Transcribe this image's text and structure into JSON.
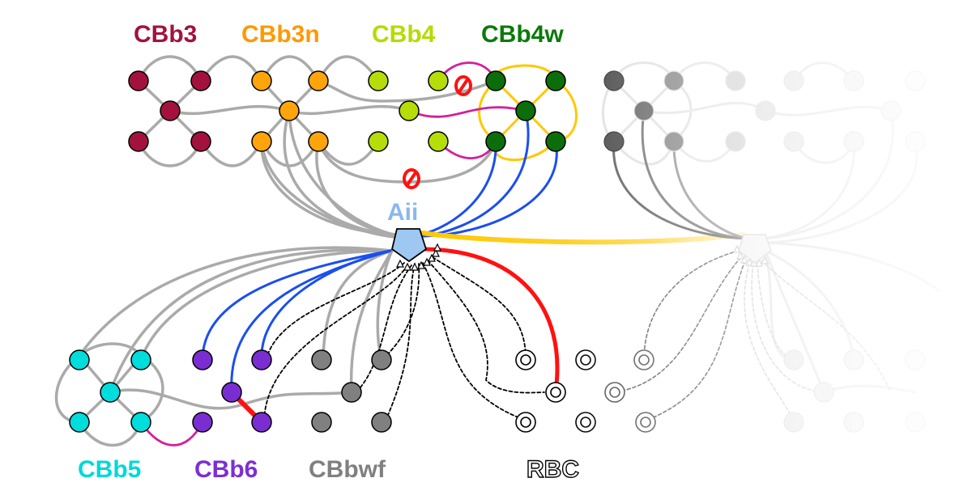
{
  "diagram": {
    "title_labels": [
      {
        "id": "CBb3",
        "text": "CBb3",
        "color": "#a3123d"
      },
      {
        "id": "CBb3n",
        "text": "CBb3n",
        "color": "#ff9900"
      },
      {
        "id": "CBb4",
        "text": "CBb4",
        "color": "#b3dc00"
      },
      {
        "id": "CBb4w",
        "text": "CBb4w",
        "color": "#0b7a0b"
      }
    ],
    "bottom_labels": [
      {
        "id": "CBb5",
        "text": "CBb5",
        "color": "#00d8d8"
      },
      {
        "id": "CBb6",
        "text": "CBb6",
        "color": "#7b2fd6"
      },
      {
        "id": "CBbwf",
        "text": "CBbwf",
        "color": "#808080"
      },
      {
        "id": "RBC",
        "text": "RBC",
        "color": "#ffffff",
        "outline": "#000000"
      }
    ],
    "hub": {
      "id": "Aii",
      "text": "Aii",
      "color": "#8ab8ee",
      "fill": "#9ec7f2"
    },
    "edge_colors": {
      "gap_junction_other": "#aaaaaa",
      "gap_junction_aii_to_cbb4w": "#1a4ff0",
      "aii_to_aii": "#ffc800",
      "cbb4_to_cbb4w": "#d4209a",
      "cbb4w_homotypic": "#ffc800",
      "rbc_to_aii": "#ff1111",
      "cbb6_homotypic_strong": "#ff1111",
      "chemical_synapse": "#000000"
    },
    "blocked_marker": {
      "symbol": "no-entry",
      "color": "#ff1111",
      "count": 2
    },
    "cell_types": [
      {
        "id": "CBb3",
        "fill": "#a3123d"
      },
      {
        "id": "CBb3n",
        "fill": "#ffa40a"
      },
      {
        "id": "CBb4",
        "fill": "#b6dd08"
      },
      {
        "id": "CBb4w",
        "fill": "#0b6e0b"
      },
      {
        "id": "CBb5",
        "fill": "#00dddd"
      },
      {
        "id": "CBb6",
        "fill": "#7a2ed2"
      },
      {
        "id": "CBbwf",
        "fill": "#808080"
      },
      {
        "id": "RBC",
        "fill": "#ffffff"
      }
    ]
  }
}
